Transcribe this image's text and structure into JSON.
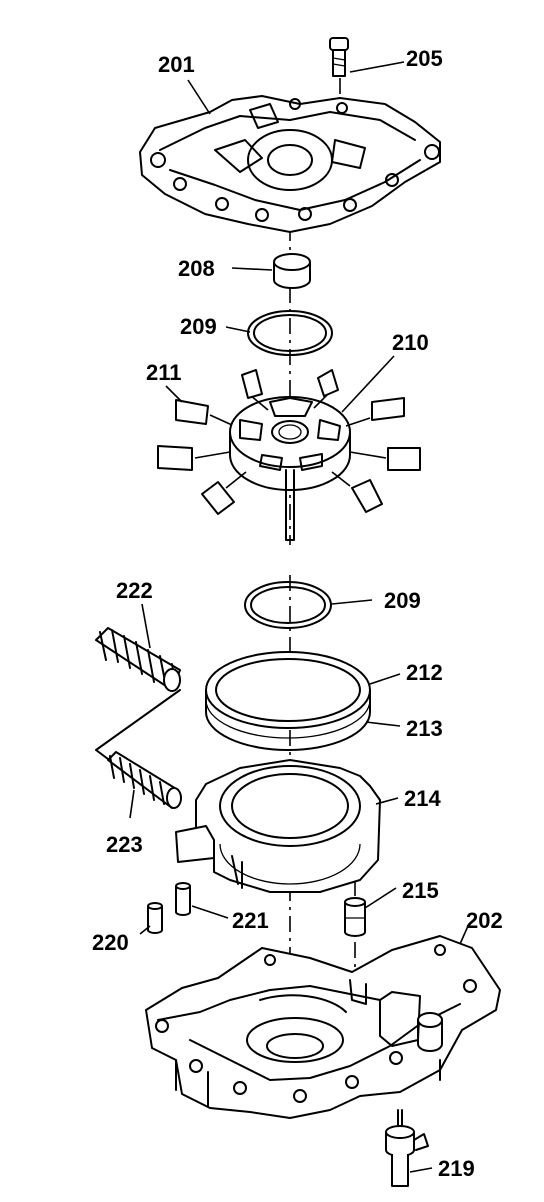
{
  "diagram": {
    "labels": {
      "l201": "201",
      "l205": "205",
      "l208": "208",
      "l209a": "209",
      "l210": "210",
      "l211": "211",
      "l209b": "209",
      "l212": "212",
      "l213": "213",
      "l214": "214",
      "l222": "222",
      "l223": "223",
      "l215": "215",
      "l202": "202",
      "l221": "221",
      "l220": "220",
      "l219": "219"
    }
  }
}
